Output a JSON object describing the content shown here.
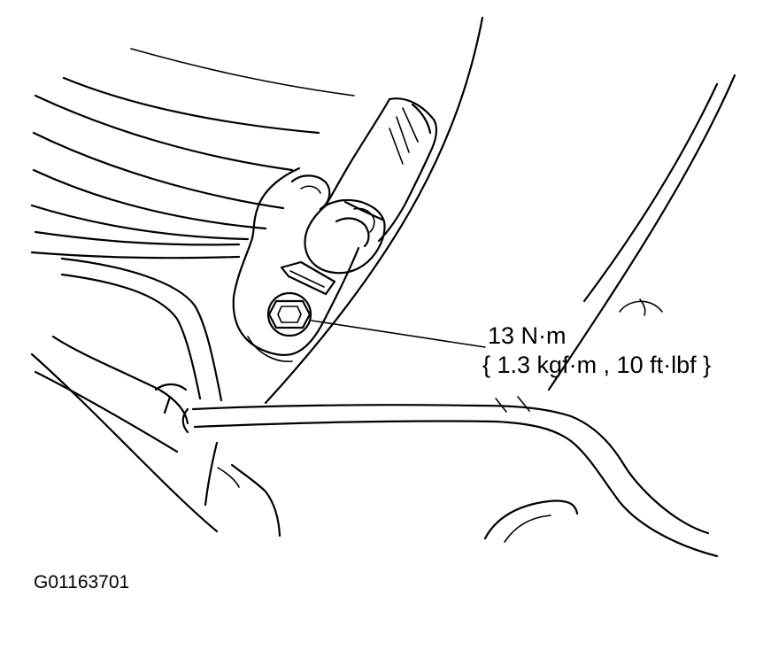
{
  "callout": {
    "torque": "13 N·m",
    "torque_alt": "{ 1.3 kgf·m , 10 ft·lbf }"
  },
  "figure": {
    "code": "G01163701"
  },
  "colors": {
    "ink": "#000000",
    "background": "#ffffff"
  }
}
